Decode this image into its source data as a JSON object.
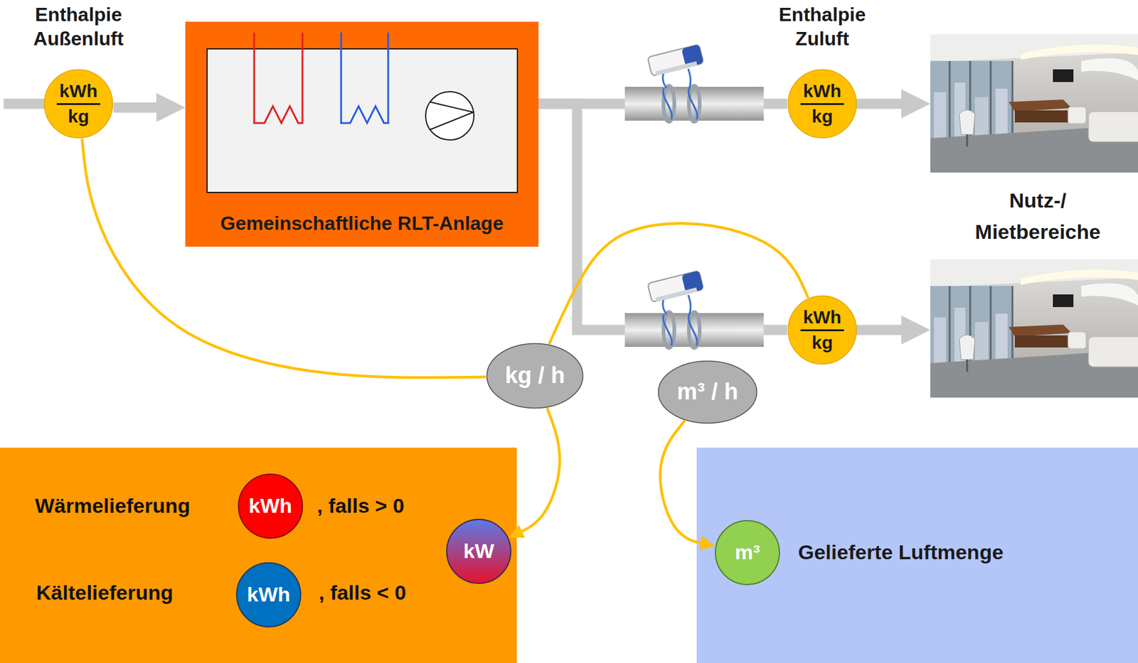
{
  "diagram": {
    "nodes": [
      {
        "text": [
          "Enthalpie Außenluft",
          "kWh",
          "kg"
        ]
      },
      {
        "text": [
          "Gemeinschaftliche RLT-Anlage"
        ]
      },
      {
        "text": [
          "Enthalpie Zuluft",
          "kWh",
          "kg"
        ]
      },
      {
        "text": [
          "kWh",
          "kg"
        ]
      },
      {
        "text": [
          "kg / h"
        ]
      },
      {
        "text": [
          "m³ / h"
        ]
      },
      {
        "text": [
          "Wärmelieferung",
          ", falls > 0",
          "Kältelieferung",
          ", falls < 0"
        ]
      },
      {
        "text": [
          "kWh"
        ],
        "in": 6
      },
      {
        "text": [
          "kWh"
        ],
        "in": 6
      },
      {
        "text": [
          "kW"
        ],
        "in": 6
      },
      {
        "text": [
          "Gelieferte Luftmenge"
        ]
      },
      {
        "text": [
          "m³"
        ],
        "in": 10
      }
    ],
    "edges": [
      {
        "from": 0,
        "to": 1,
        "arrow": "to"
      },
      {
        "from": 1,
        "to": 2,
        "arrow": "none"
      },
      {
        "from": 1,
        "to": 3,
        "arrow": "none"
      },
      {
        "from": 0,
        "to": 4,
        "arrow": "none"
      },
      {
        "from": 3,
        "to": 4,
        "arrow": "none"
      },
      {
        "from": 4,
        "to": 9,
        "arrow": "to"
      },
      {
        "from": 5,
        "to": 11,
        "arrow": "to"
      }
    ],
    "labels": [
      "Nutz-/ Mietbereiche"
    ]
  }
}
